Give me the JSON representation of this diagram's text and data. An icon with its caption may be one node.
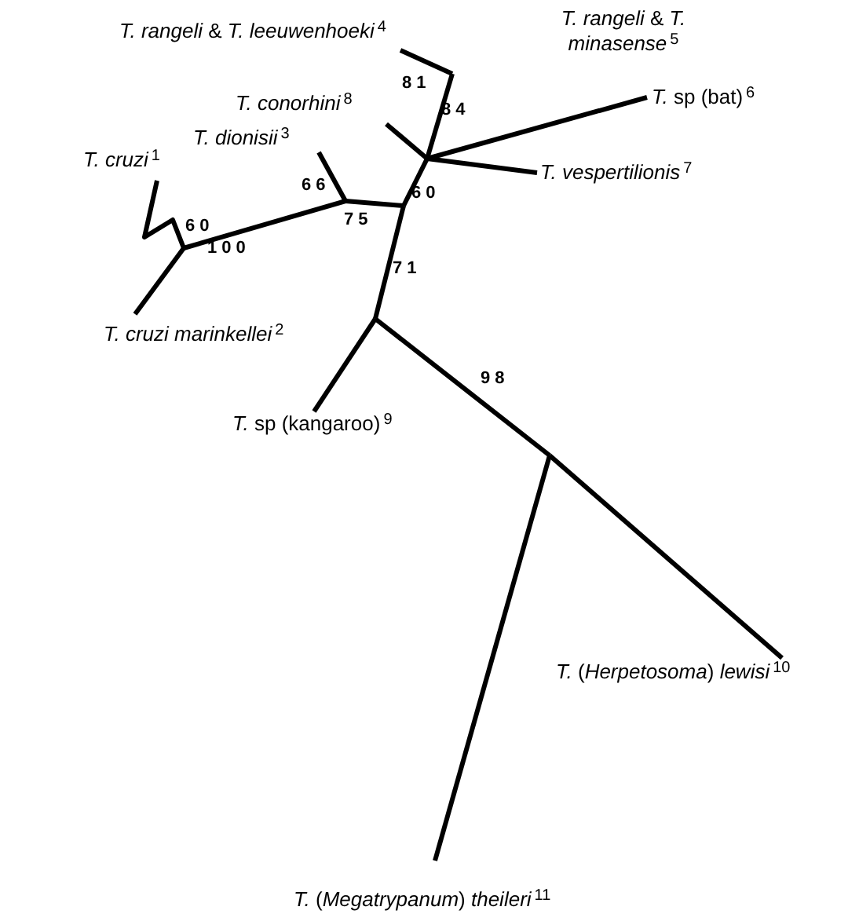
{
  "diagram": {
    "labels": [
      "*T. rangeli* & *T. leeuwenhoeki*$^{4}$",
      "*T. rangeli* & *T. minasense*$^{5}$",
      "*T. conorhini*$^{8}$",
      "*T.* sp (bat)$^{6}$",
      "81",
      "84",
      "*T. dionisii*$^{3}$",
      "*T. cruzi*$^{1}$",
      "*T. vespertilionis*$^{7}$",
      "66",
      "60",
      "60",
      "75",
      "100",
      "71",
      "*T. cruzi marinkellei*$^{2}$",
      "98",
      "*T.* sp (kangaroo)$^{9}$",
      "*T.* (*Herpetosoma*) *lewisi*$^{10}$",
      "*T.* (*Megatrypanum*) *theileri*$^{11}$"
    ]
  }
}
